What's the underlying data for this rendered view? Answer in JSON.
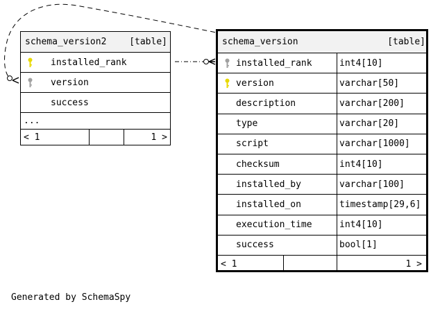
{
  "tables": {
    "left": {
      "name": "schema_version2",
      "kind": "[table]",
      "columns": [
        {
          "name": "installed_rank",
          "key": "primary"
        },
        {
          "name": "version",
          "key": "foreign"
        },
        {
          "name": "success",
          "key": ""
        }
      ],
      "more": "...",
      "nav": {
        "prev": "< 1",
        "next": "1 >"
      }
    },
    "right": {
      "name": "schema_version",
      "kind": "[table]",
      "columns": [
        {
          "name": "installed_rank",
          "type": "int4[10]",
          "key": "foreign"
        },
        {
          "name": "version",
          "type": "varchar[50]",
          "key": "primary"
        },
        {
          "name": "description",
          "type": "varchar[200]",
          "key": ""
        },
        {
          "name": "type",
          "type": "varchar[20]",
          "key": ""
        },
        {
          "name": "script",
          "type": "varchar[1000]",
          "key": ""
        },
        {
          "name": "checksum",
          "type": "int4[10]",
          "key": ""
        },
        {
          "name": "installed_by",
          "type": "varchar[100]",
          "key": ""
        },
        {
          "name": "installed_on",
          "type": "timestamp[29,6]",
          "key": ""
        },
        {
          "name": "execution_time",
          "type": "int4[10]",
          "key": ""
        },
        {
          "name": "success",
          "type": "bool[1]",
          "key": ""
        }
      ],
      "nav": {
        "prev": "< 1",
        "next": "1 >"
      }
    }
  },
  "footer": "Generated by SchemaSpy",
  "colors": {
    "primary_key": "#e8d800",
    "foreign_key": "#a0a0a0"
  }
}
